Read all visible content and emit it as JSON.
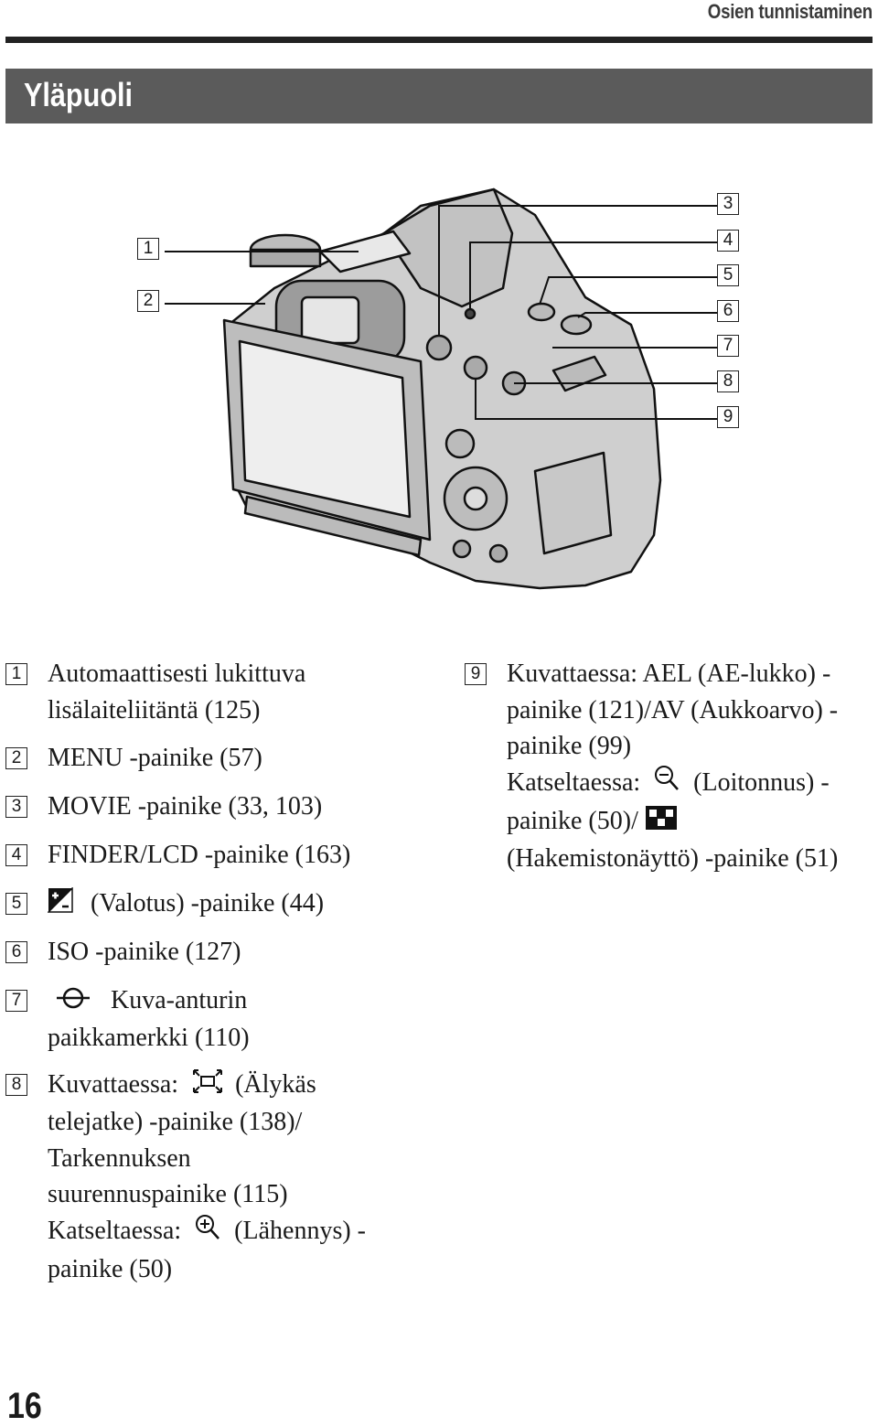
{
  "header": {
    "section_name": "Osien tunnistaminen"
  },
  "section": {
    "title": "Yläpuoli"
  },
  "figure": {
    "callouts": [
      "1",
      "2",
      "3",
      "4",
      "5",
      "6",
      "7",
      "8",
      "9"
    ]
  },
  "legend": [
    {
      "num": "1",
      "lines": [
        "Automaattisesti lukittuva",
        "lisälaiteliitäntä (125)"
      ]
    },
    {
      "num": "2",
      "lines": [
        "MENU -painike (57)"
      ]
    },
    {
      "num": "3",
      "lines": [
        "MOVIE -painike (33, 103)"
      ]
    },
    {
      "num": "4",
      "lines": [
        "FINDER/LCD -painike (163)"
      ]
    },
    {
      "num": "5",
      "icon": "exposure-compensation-icon",
      "lines": [
        "(Valotus) -painike (44)"
      ]
    },
    {
      "num": "6",
      "lines": [
        "ISO -painike (127)"
      ]
    },
    {
      "num": "7",
      "icon": "image-sensor-mark-icon",
      "lines": [
        "Kuva-anturin",
        "paikkamerkki (110)"
      ]
    },
    {
      "num": "8",
      "lines": [
        "Kuvattaessa:",
        "(Älykäs",
        "telejatke) -painike (138)/",
        "Tarkennuksen",
        "suurennuspainike (115)",
        "Katseltaessa:",
        "(Lähennys) -",
        "painike (50)"
      ]
    },
    {
      "num": "9",
      "lines": [
        "Kuvattaessa: AEL (AE-lukko) -",
        "painike (121)/AV (Aukkoarvo) -",
        "painike (99)",
        "Katseltaessa:",
        "(Loitonnus) -",
        "painike (50)/",
        "(Hakemistonäyttö) -painike (51)"
      ]
    }
  ],
  "page_number": "16"
}
